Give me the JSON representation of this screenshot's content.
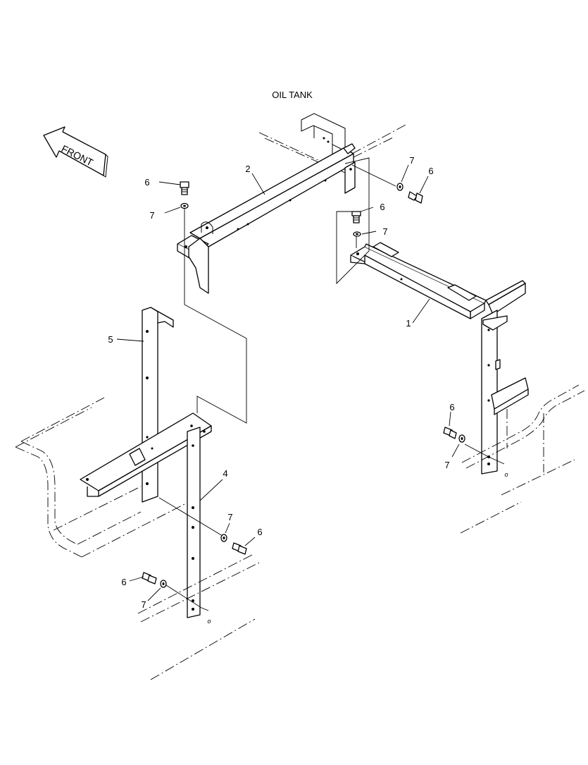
{
  "diagram": {
    "title": "OIL TANK",
    "front_label": "FRONT",
    "callouts": [
      {
        "id": "c-2",
        "text": "2"
      },
      {
        "id": "c-1",
        "text": "1"
      },
      {
        "id": "c-5",
        "text": "5"
      },
      {
        "id": "c-4",
        "text": "4"
      },
      {
        "id": "c-6a",
        "text": "6"
      },
      {
        "id": "c-7a",
        "text": "7"
      },
      {
        "id": "c-7b",
        "text": "7"
      },
      {
        "id": "c-6b",
        "text": "6"
      },
      {
        "id": "c-6c",
        "text": "6"
      },
      {
        "id": "c-7c",
        "text": "7"
      },
      {
        "id": "c-6d",
        "text": "6"
      },
      {
        "id": "c-7d",
        "text": "7"
      },
      {
        "id": "c-7e",
        "text": "7"
      },
      {
        "id": "c-6e",
        "text": "6"
      },
      {
        "id": "c-6f",
        "text": "6"
      },
      {
        "id": "c-7f",
        "text": "7"
      }
    ],
    "washer_marks": [
      "o",
      "o"
    ]
  }
}
